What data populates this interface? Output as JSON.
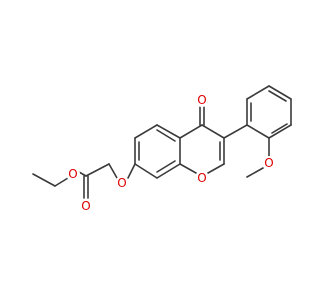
{
  "atom_labels": {
    "ester_carbonyl_oxygen": "O",
    "ester_ether_oxygen": "O",
    "aryl_ether_oxygen": "O",
    "ketone_oxygen": "O",
    "ring_oxygen": "O",
    "methoxy_oxygen": "O"
  },
  "colors": {
    "bond": "#3a3a3a",
    "oxygen": "#e00000",
    "background": "#ffffff"
  }
}
